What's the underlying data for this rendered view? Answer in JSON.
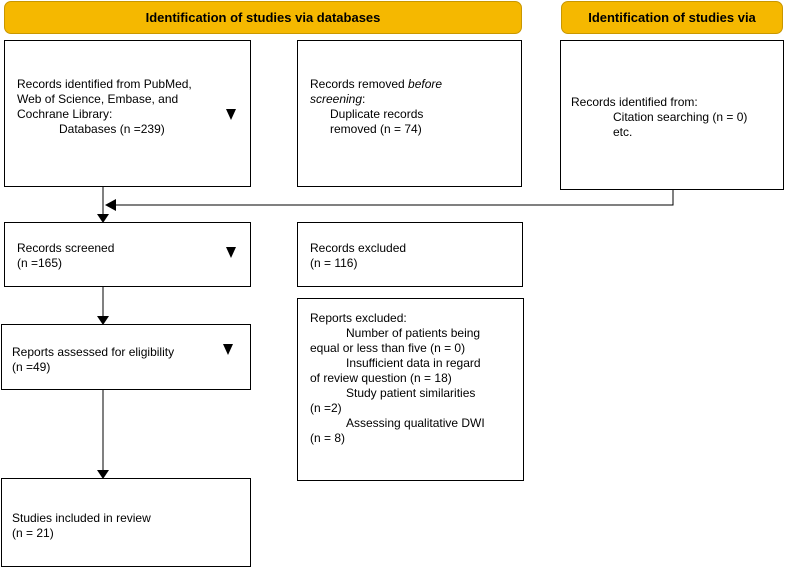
{
  "headers": {
    "databases": "Identification of studies via databases",
    "other": "Identification of studies via"
  },
  "identified": {
    "line1": "Records identified from PubMed,",
    "line2": "Web of Science, Embase, and",
    "line3": "Cochrane Library:",
    "line4": "Databases (n =239)"
  },
  "removed": {
    "line1_plain": "Records removed ",
    "line1_italic": "before",
    "line2_italic": "screening",
    "line2_plain": ":",
    "line3": "Duplicate records",
    "line4": "removed (n = 74)"
  },
  "other_sources": {
    "line1": "Records identified from:",
    "line2": "Citation searching (n = 0)",
    "line3": "etc."
  },
  "screened": {
    "line1": "Records screened",
    "line2": "(n =165)"
  },
  "excluded": {
    "line1": "Records excluded",
    "line2": "(n = 116)"
  },
  "assessed": {
    "line1": "Reports assessed for eligibility",
    "line2": "(n =49)"
  },
  "reports_excluded": {
    "title": "Reports excluded:",
    "r1a": "Number of patients being",
    "r1b": "equal or less than five (n = 0)",
    "r2a": "Insufficient data in regard",
    "r2b": "of review question (n = 18)",
    "r3a": "Study patient similarities",
    "r3b": "(n =2)",
    "r4a": "Assessing qualitative DWI",
    "r4b": "(n = 8)"
  },
  "included": {
    "line1": "Studies included in review",
    "line2": "(n = 21)"
  }
}
